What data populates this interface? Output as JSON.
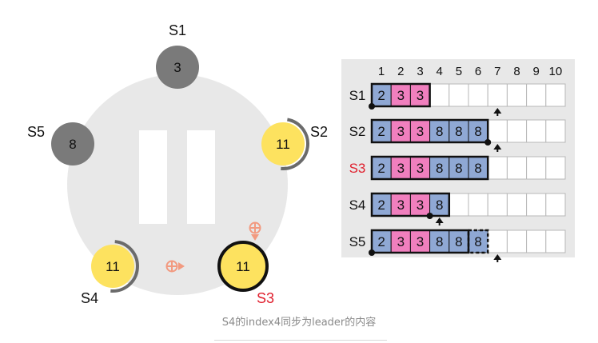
{
  "caption": "S4的index4同步为leader的内容",
  "colors": {
    "term2": "#8fa8d4",
    "term3": "#f07fbe",
    "term8": "#8fa8d4",
    "node_follower": "#7a7a7a",
    "node_active": "#fde25f",
    "leader_label": "#e0202e",
    "arrow": "#f29a80"
  },
  "servers": [
    {
      "id": "S1",
      "term": "3",
      "state": "offline"
    },
    {
      "id": "S2",
      "term": "11",
      "state": "follower"
    },
    {
      "id": "S3",
      "term": "11",
      "state": "leader"
    },
    {
      "id": "S4",
      "term": "11",
      "state": "follower"
    },
    {
      "id": "S5",
      "term": "8",
      "state": "offline"
    }
  ],
  "log_table": {
    "indices": [
      "1",
      "2",
      "3",
      "4",
      "5",
      "6",
      "7",
      "8",
      "9",
      "10"
    ],
    "rows": [
      {
        "server": "S1",
        "entries": [
          "2",
          "3",
          "3"
        ],
        "dashed_last": false,
        "commit_dot_after": 0,
        "next_index_marker": 7
      },
      {
        "server": "S2",
        "entries": [
          "2",
          "3",
          "3",
          "8",
          "8",
          "8"
        ],
        "dashed_last": false,
        "commit_dot_after": 6,
        "next_index_marker": 7
      },
      {
        "server": "S3",
        "entries": [
          "2",
          "3",
          "3",
          "8",
          "8",
          "8"
        ],
        "dashed_last": false,
        "commit_dot_after": null,
        "next_index_marker": null
      },
      {
        "server": "S4",
        "entries": [
          "2",
          "3",
          "3",
          "8"
        ],
        "dashed_last": false,
        "commit_dot_after": 3,
        "next_index_marker": 4
      },
      {
        "server": "S5",
        "entries": [
          "2",
          "3",
          "3",
          "8",
          "8",
          "8"
        ],
        "dashed_last": true,
        "commit_dot_after": 0,
        "next_index_marker": 7
      }
    ]
  }
}
